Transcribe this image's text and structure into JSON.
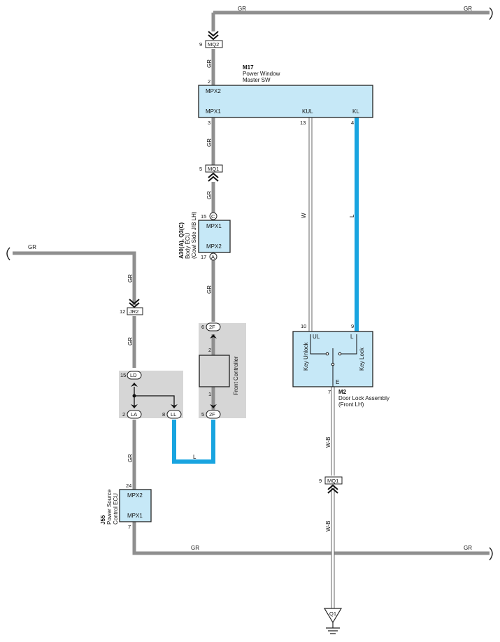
{
  "wire_colors": {
    "gr": "#8f8f8f",
    "l": "#18a4e0",
    "w": "#ffffff",
    "wb": "#ffffff"
  },
  "labels": {
    "gr": "GR",
    "l": "L",
    "w": "W",
    "wb": "W-B"
  },
  "m17": {
    "code": "M17",
    "name1": "Power Window",
    "name2": "Master SW",
    "pin_mpx2": "MPX2",
    "pin_mpx1": "MPX1",
    "pin_kul": "KUL",
    "pin_kl": "KL",
    "num_mpx2": "2",
    "num_mpx1": "3",
    "num_kul": "13",
    "num_kl": "4"
  },
  "mq2": {
    "label": "MQ2",
    "num": "9"
  },
  "mq1_upper": {
    "label": "MQ1",
    "num": "5"
  },
  "body_ecu": {
    "code": "A30(A), Q3(C)",
    "name1": "Body ECU",
    "name2": "(Cowl Side J/B LH)",
    "pin_mpx1": "MPX1",
    "pin_mpx2": "MPX2",
    "conn_c": "C",
    "conn_a": "A",
    "num_top": "15",
    "num_bot": "17"
  },
  "jr2": {
    "label": "JR2",
    "num": "12"
  },
  "junction": {
    "ld": "LD",
    "la": "LA",
    "ll": "LL",
    "num_ld": "15",
    "num_la": "2",
    "num_ll": "8"
  },
  "front_controller": {
    "name": "Front Controller",
    "conn_top": "2F",
    "conn_bot": "2F",
    "num_conn_top": "6",
    "num_conn_bot": "5",
    "pin_top": "2",
    "pin_bot": "1"
  },
  "m2": {
    "code": "M2",
    "name1": "Door Lock Assembly",
    "name2": "(Front LH)",
    "pin_ul": "UL",
    "pin_l": "L",
    "pin_e": "E",
    "key_unlock": "Key Unlock",
    "key_lock": "Key Lock",
    "num_ul": "10",
    "num_l": "9",
    "num_e": "7"
  },
  "mq1_lower": {
    "label": "MQ1",
    "num": "9"
  },
  "j55": {
    "code": "J55",
    "name1": "Power Source",
    "name2": "Control ECU",
    "pin_mpx2": "MPX2",
    "pin_mpx1": "MPX1",
    "num_mpx2": "24",
    "num_mpx1": "7"
  },
  "ground": {
    "label": "Q1"
  }
}
